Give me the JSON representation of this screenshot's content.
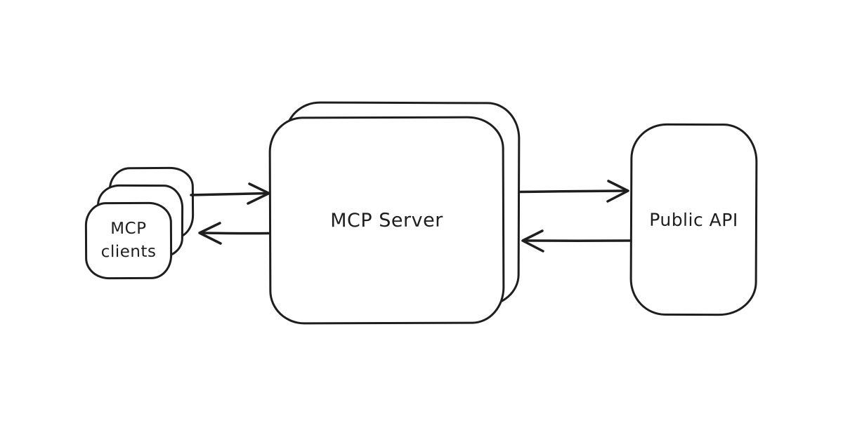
{
  "diagram": {
    "type": "architecture-sketch",
    "background_color": "#ffffff",
    "stroke_color": "#1e1e1e",
    "nodes": {
      "clients": {
        "label": "MCP clients",
        "stacked_count": 3
      },
      "server": {
        "label": "MCP Server",
        "stacked_count": 2
      },
      "api": {
        "label": "Public API",
        "stacked_count": 1
      }
    },
    "edges": [
      {
        "from": "MCP clients",
        "to": "MCP Server",
        "direction": "right"
      },
      {
        "from": "MCP Server",
        "to": "MCP clients",
        "direction": "left"
      },
      {
        "from": "MCP Server",
        "to": "Public API",
        "direction": "right"
      },
      {
        "from": "Public API",
        "to": "MCP Server",
        "direction": "left"
      }
    ]
  }
}
